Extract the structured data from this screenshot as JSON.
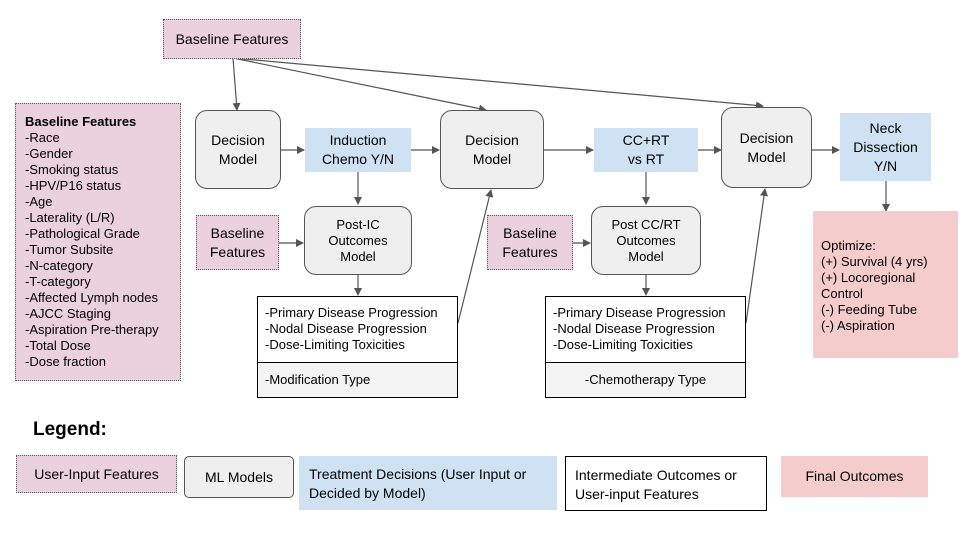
{
  "top_baseline": "Baseline Features",
  "baseline_list": {
    "title": "Baseline Features",
    "items": [
      "-Race",
      "-Gender",
      "-Smoking status",
      "-HPV/P16 status",
      "-Age",
      "-Laterality (L/R)",
      "-Pathological Grade",
      "-Tumor Subsite",
      "-N-category",
      "-T-category",
      "-Affected Lymph nodes",
      "-AJCC Staging",
      "-Aspiration Pre-therapy",
      "-Total Dose",
      "-Dose fraction"
    ]
  },
  "decision_model": [
    "Decision",
    "Model"
  ],
  "induction": [
    "Induction",
    "Chemo Y/N"
  ],
  "ccrt": [
    "CC+RT",
    "vs RT"
  ],
  "neck": [
    "Neck",
    "Dissection",
    "Y/N"
  ],
  "baseline_small": [
    "Baseline",
    "Features"
  ],
  "post_ic": [
    "Post-IC",
    "Outcomes",
    "Model"
  ],
  "post_ccrt": [
    "Post CC/RT",
    "Outcomes",
    "Model"
  ],
  "outcomes_list": [
    "-Primary Disease Progression",
    "-Nodal Disease Progression",
    "-Dose-Limiting Toxicities"
  ],
  "modification_type": "-Modification Type",
  "chemotherapy_type": "-Chemotherapy Type",
  "optimize": {
    "title": "Optimize:",
    "items": [
      "(+) Survival (4 yrs)",
      "(+) Locoregional",
      "Control",
      "(-) Feeding Tube",
      "(-) Aspiration"
    ]
  },
  "legend": {
    "title": "Legend:",
    "user_input": "User-Input Features",
    "ml_models": "ML Models",
    "treatment": [
      "Treatment Decisions (User Input or",
      "Decided by Model)"
    ],
    "intermediate": [
      "Intermediate Outcomes or",
      "User-input Features"
    ],
    "final": "Final Outcomes"
  },
  "colors": {
    "pink": "#ead1dc",
    "grey": "#efefef",
    "blue": "#cfe2f3",
    "red": "#f4cccc",
    "arrow": "#555555"
  }
}
